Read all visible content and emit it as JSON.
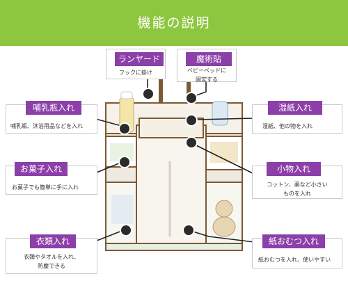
{
  "header": {
    "title": "機能の説明"
  },
  "callouts": [
    {
      "label": "ランヤード",
      "desc": "フックに掛け"
    },
    {
      "label": "魔術貼",
      "desc": "ベビーベッドに\n固定する"
    },
    {
      "label": "哺乳瓶入れ",
      "desc": "哺乳瓶、沐浴用品などを入れ"
    },
    {
      "label": "湿紙入れ",
      "desc": "湿紙、他の物を入れ"
    },
    {
      "label": "お菓子入れ",
      "desc": "お菓子でも簡単に手に入れ"
    },
    {
      "label": "小物入れ",
      "desc": "コットン、薬など小さい\nものを入れ"
    },
    {
      "label": "衣類入れ",
      "desc": "衣類やタオルを入れ、\n防塵できる"
    },
    {
      "label": "紙おむつ入れ",
      "desc": "紙おむつを入れ、使いやすい"
    }
  ],
  "colors": {
    "header": "#8dc63f",
    "label": "#8c3fa8",
    "organizer": "#f3efe6",
    "trim": "#7b5a34"
  }
}
